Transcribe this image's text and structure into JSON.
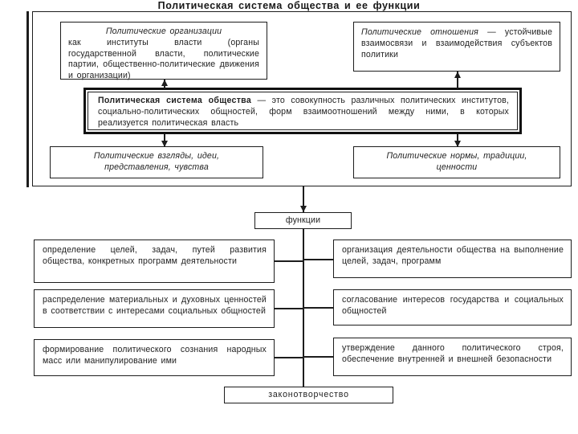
{
  "title": "Политическая система общества и ее функции",
  "ink_color": "#1d1d1d",
  "overview": {
    "political_organizations": {
      "lead": "Политические организации",
      "rest": "как институты власти (органы государственной власти, политические партии, общественно-политические движения и организации)"
    },
    "political_relations": {
      "lead": "Политические отношения",
      "rest": " — устойчивые взаимосвязи и взаимодействия субъектов политики"
    },
    "system_definition": {
      "lead": "Политическая система общества",
      "rest": " — это совокупность различных политических институтов, социально-политических общностей, форм взаимоотношений между ними, в которых реализуется политическая власть"
    },
    "political_views": {
      "text": "Политические взгляды, идеи, представления, чувства"
    },
    "political_norms": {
      "text": "Политические нормы, традиции, ценности"
    }
  },
  "functions_label": "функции",
  "functions": {
    "left": [
      {
        "text": "определение целей, задач, путей развития общества, конкретных программ деятельности"
      },
      {
        "text": "распределение материальных и духовных ценностей в соответствии с интересами социальных общностей"
      },
      {
        "text": "формирование политического сознания народных масс или манипулирование ими"
      }
    ],
    "right": [
      {
        "text": "организация деятельности общества на выполнение целей, задач, программ"
      },
      {
        "text": "согласование интересов государства и социальных общностей"
      },
      {
        "text": "утверждение данного политического строя, обеспечение внутренней и внешней безопасности"
      }
    ]
  },
  "lawmaking_label": "законотворчество"
}
